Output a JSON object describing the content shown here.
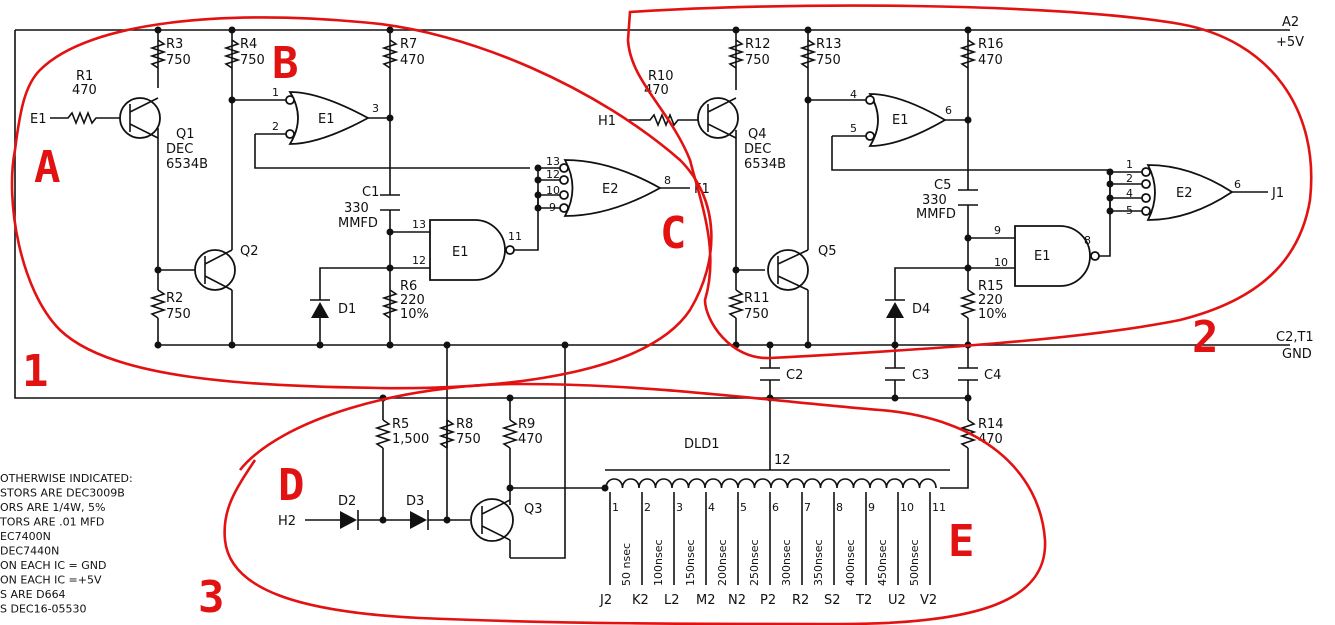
{
  "rails": {
    "a2": "A2",
    "vcc": "+5V",
    "c2t1": "C2,T1",
    "gnd": "GND"
  },
  "inputs": {
    "e1": "E1",
    "h1": "H1",
    "h2": "H2"
  },
  "outputs": {
    "f1": "F1",
    "j1": "J1"
  },
  "resistors": {
    "r1": [
      "R1",
      "470"
    ],
    "r2": [
      "R2",
      "750"
    ],
    "r3": [
      "R3",
      "750"
    ],
    "r4": [
      "R4",
      "750"
    ],
    "r5": [
      "R5",
      "1,500"
    ],
    "r6": [
      "R6",
      "220",
      "10%"
    ],
    "r7": [
      "R7",
      "470"
    ],
    "r8": [
      "R8",
      "750"
    ],
    "r9": [
      "R9",
      "470"
    ],
    "r10": [
      "R10",
      "470"
    ],
    "r11": [
      "R11",
      "750"
    ],
    "r12": [
      "R12",
      "750"
    ],
    "r13": [
      "R13",
      "750"
    ],
    "r14": [
      "R14",
      "470"
    ],
    "r15": [
      "R15",
      "220",
      "10%"
    ],
    "r16": [
      "R16",
      "470"
    ]
  },
  "transistors": {
    "q1": [
      "Q1",
      "DEC",
      "6534B"
    ],
    "q2": "Q2",
    "q3": "Q3",
    "q4": [
      "Q4",
      "DEC",
      "6534B"
    ],
    "q5": "Q5"
  },
  "capacitors": {
    "c1": [
      "C1",
      "330",
      "MMFD"
    ],
    "c5": [
      "C5",
      "330",
      "MMFD"
    ],
    "c2": "C2",
    "c3": "C3",
    "c4": "C4"
  },
  "diodes": {
    "d1": "D1",
    "d2": "D2",
    "d3": "D3",
    "d4": "D4"
  },
  "gates": {
    "e1": "E1",
    "e2": "E2"
  },
  "pins": {
    "left_or": [
      "1",
      "2",
      "3"
    ],
    "left_nand": [
      "13",
      "12",
      "11"
    ],
    "left_e2": [
      "13",
      "12",
      "10",
      "9",
      "8"
    ],
    "right_or": [
      "4",
      "5",
      "6"
    ],
    "right_nand": [
      "9",
      "10",
      "8"
    ],
    "right_e2": [
      "1",
      "2",
      "4",
      "5",
      "6"
    ]
  },
  "delay_line": {
    "name": "DLD1",
    "common_pin": "12",
    "taps": [
      "1",
      "2",
      "3",
      "4",
      "5",
      "6",
      "7",
      "8",
      "9",
      "10",
      "11"
    ],
    "delays": [
      "50 nsec",
      "100nsec",
      "150nsec",
      "200nsec",
      "250nsec",
      "300nsec",
      "350nsec",
      "400nsec",
      "450nsec",
      "500nsec"
    ],
    "outputs": [
      "J2",
      "K2",
      "L2",
      "M2",
      "N2",
      "P2",
      "R2",
      "S2",
      "T2",
      "U2",
      "V2"
    ]
  },
  "notes": [
    "OTHERWISE INDICATED:",
    "STORS ARE DEC3009B",
    "ORS ARE 1/4W, 5%",
    "TORS ARE .01 MFD",
    "EC7400N",
    "DEC7440N",
    "ON EACH  IC = GND",
    "ON EACH  IC =+5V",
    "S ARE D664",
    "S  DEC16-05530"
  ],
  "markup": {
    "region_labels": [
      "A",
      "B",
      "C",
      "D",
      "E"
    ],
    "group_numbers": [
      "1",
      "2",
      "3"
    ],
    "color": "#e31212"
  }
}
